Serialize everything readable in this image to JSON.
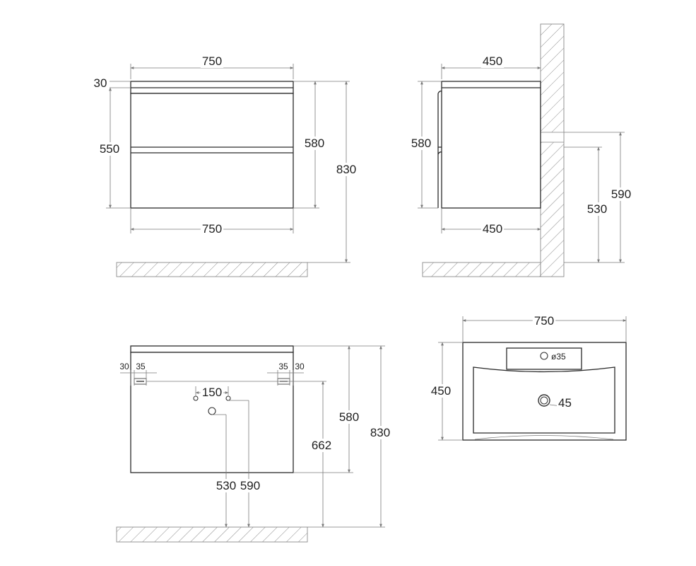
{
  "front_view": {
    "top_width": "750",
    "top_thickness": "30",
    "body_height": "550",
    "front_height": "580",
    "total_height": "830",
    "bottom_width": "750"
  },
  "side_view": {
    "top_depth": "450",
    "height": "580",
    "bottom_depth": "450",
    "pipe_height_1": "530",
    "pipe_height_2": "590"
  },
  "back_view": {
    "bracket_left_offset": "30",
    "bracket_left_width": "35",
    "bracket_right_width": "35",
    "bracket_right_offset": "30",
    "hole_spacing": "150",
    "bracket_height": "662",
    "body_height": "580",
    "total_height": "830",
    "pipe_height_1": "530",
    "pipe_height_2": "590"
  },
  "top_view": {
    "width": "750",
    "depth": "450",
    "tap_hole": "ø35",
    "drain_hole": "45"
  }
}
